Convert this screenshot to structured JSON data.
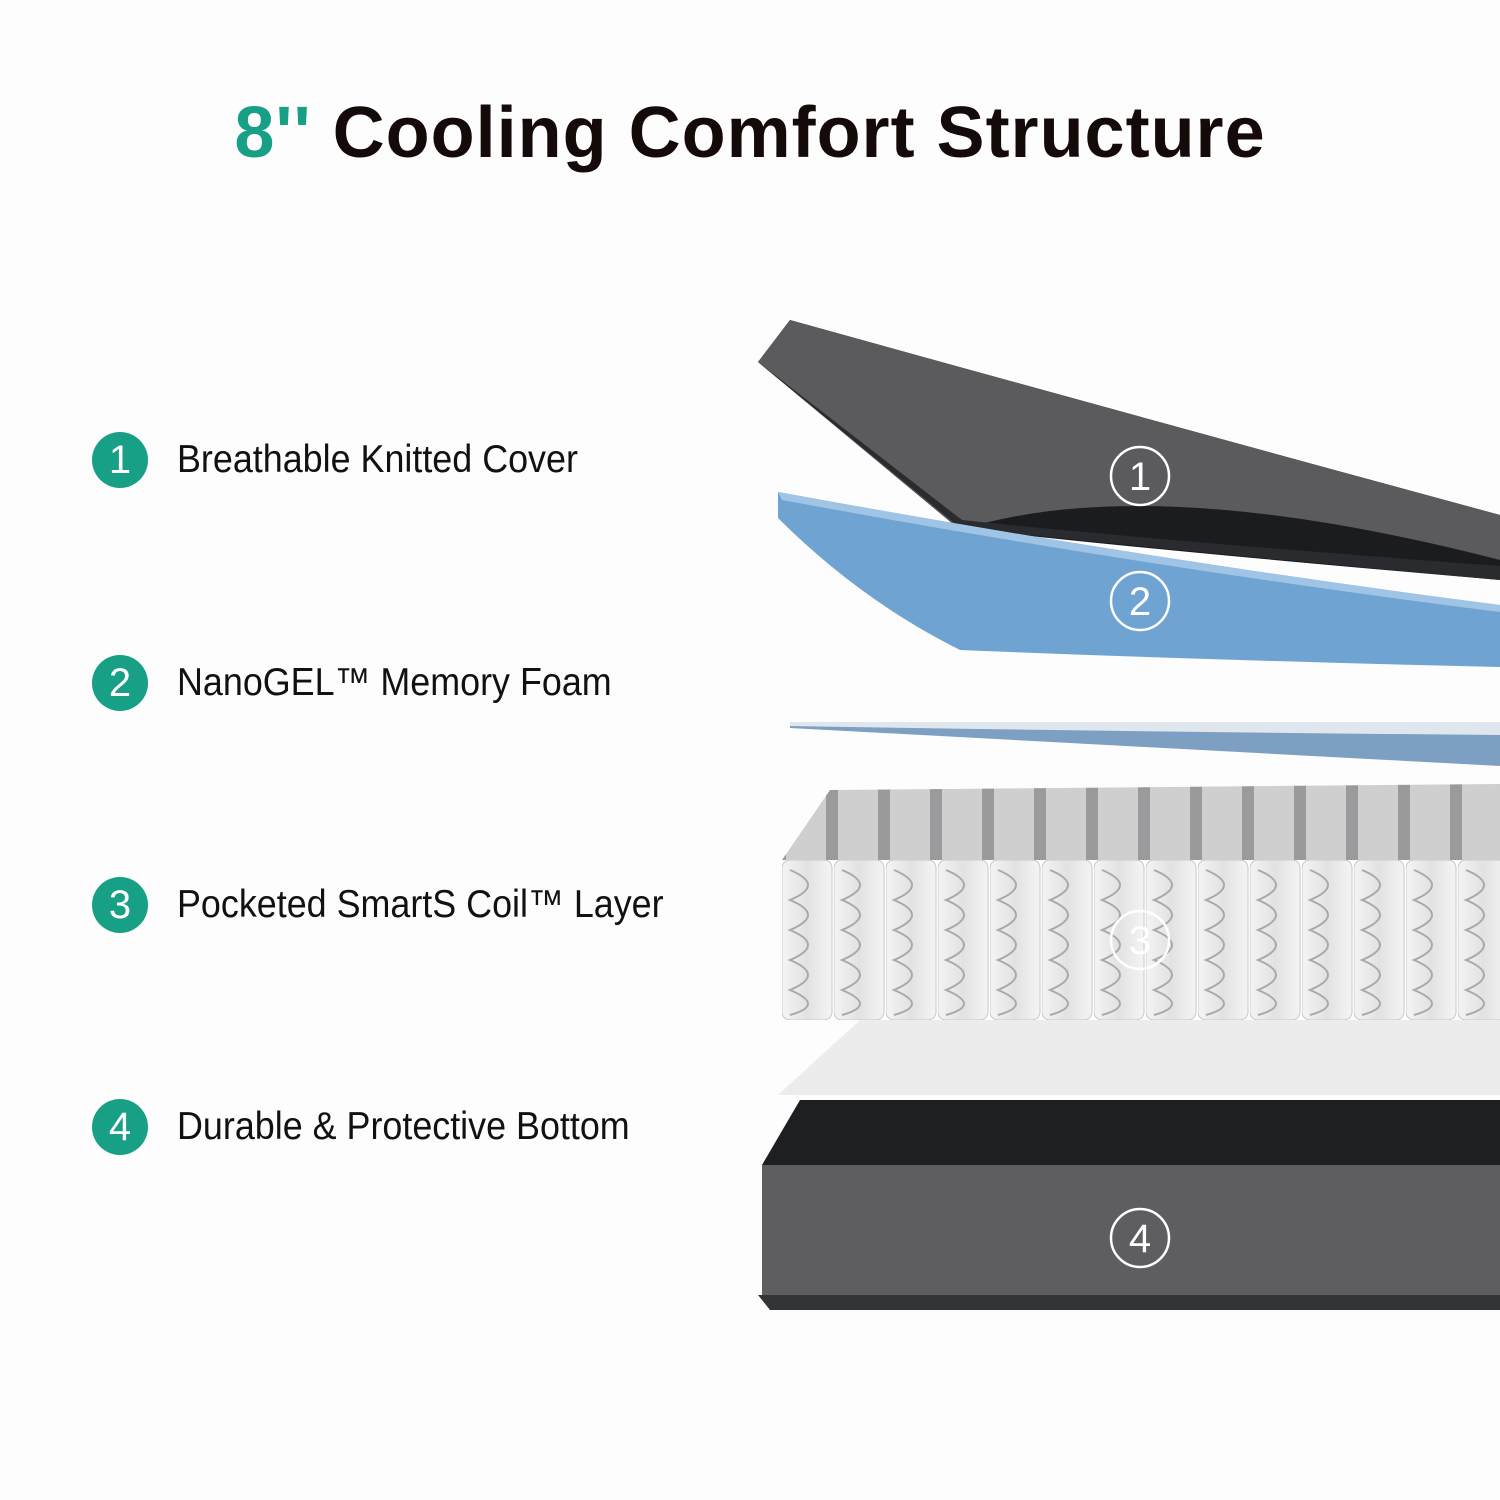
{
  "title": {
    "accent": "8''",
    "text": "Cooling Comfort Structure"
  },
  "colors": {
    "accent": "#17a085",
    "cover": "#5b5b5d",
    "foam": "#6fa3d2",
    "bottom": "#5e5e60"
  },
  "layers": [
    {
      "number": "1",
      "label": "Breathable Knitted Cover"
    },
    {
      "number": "2",
      "label": "NanoGEL™ Memory Foam"
    },
    {
      "number": "3",
      "label": "Pocketed SmartS Coil™ Layer"
    },
    {
      "number": "4",
      "label": "Durable & Protective Bottom"
    }
  ]
}
